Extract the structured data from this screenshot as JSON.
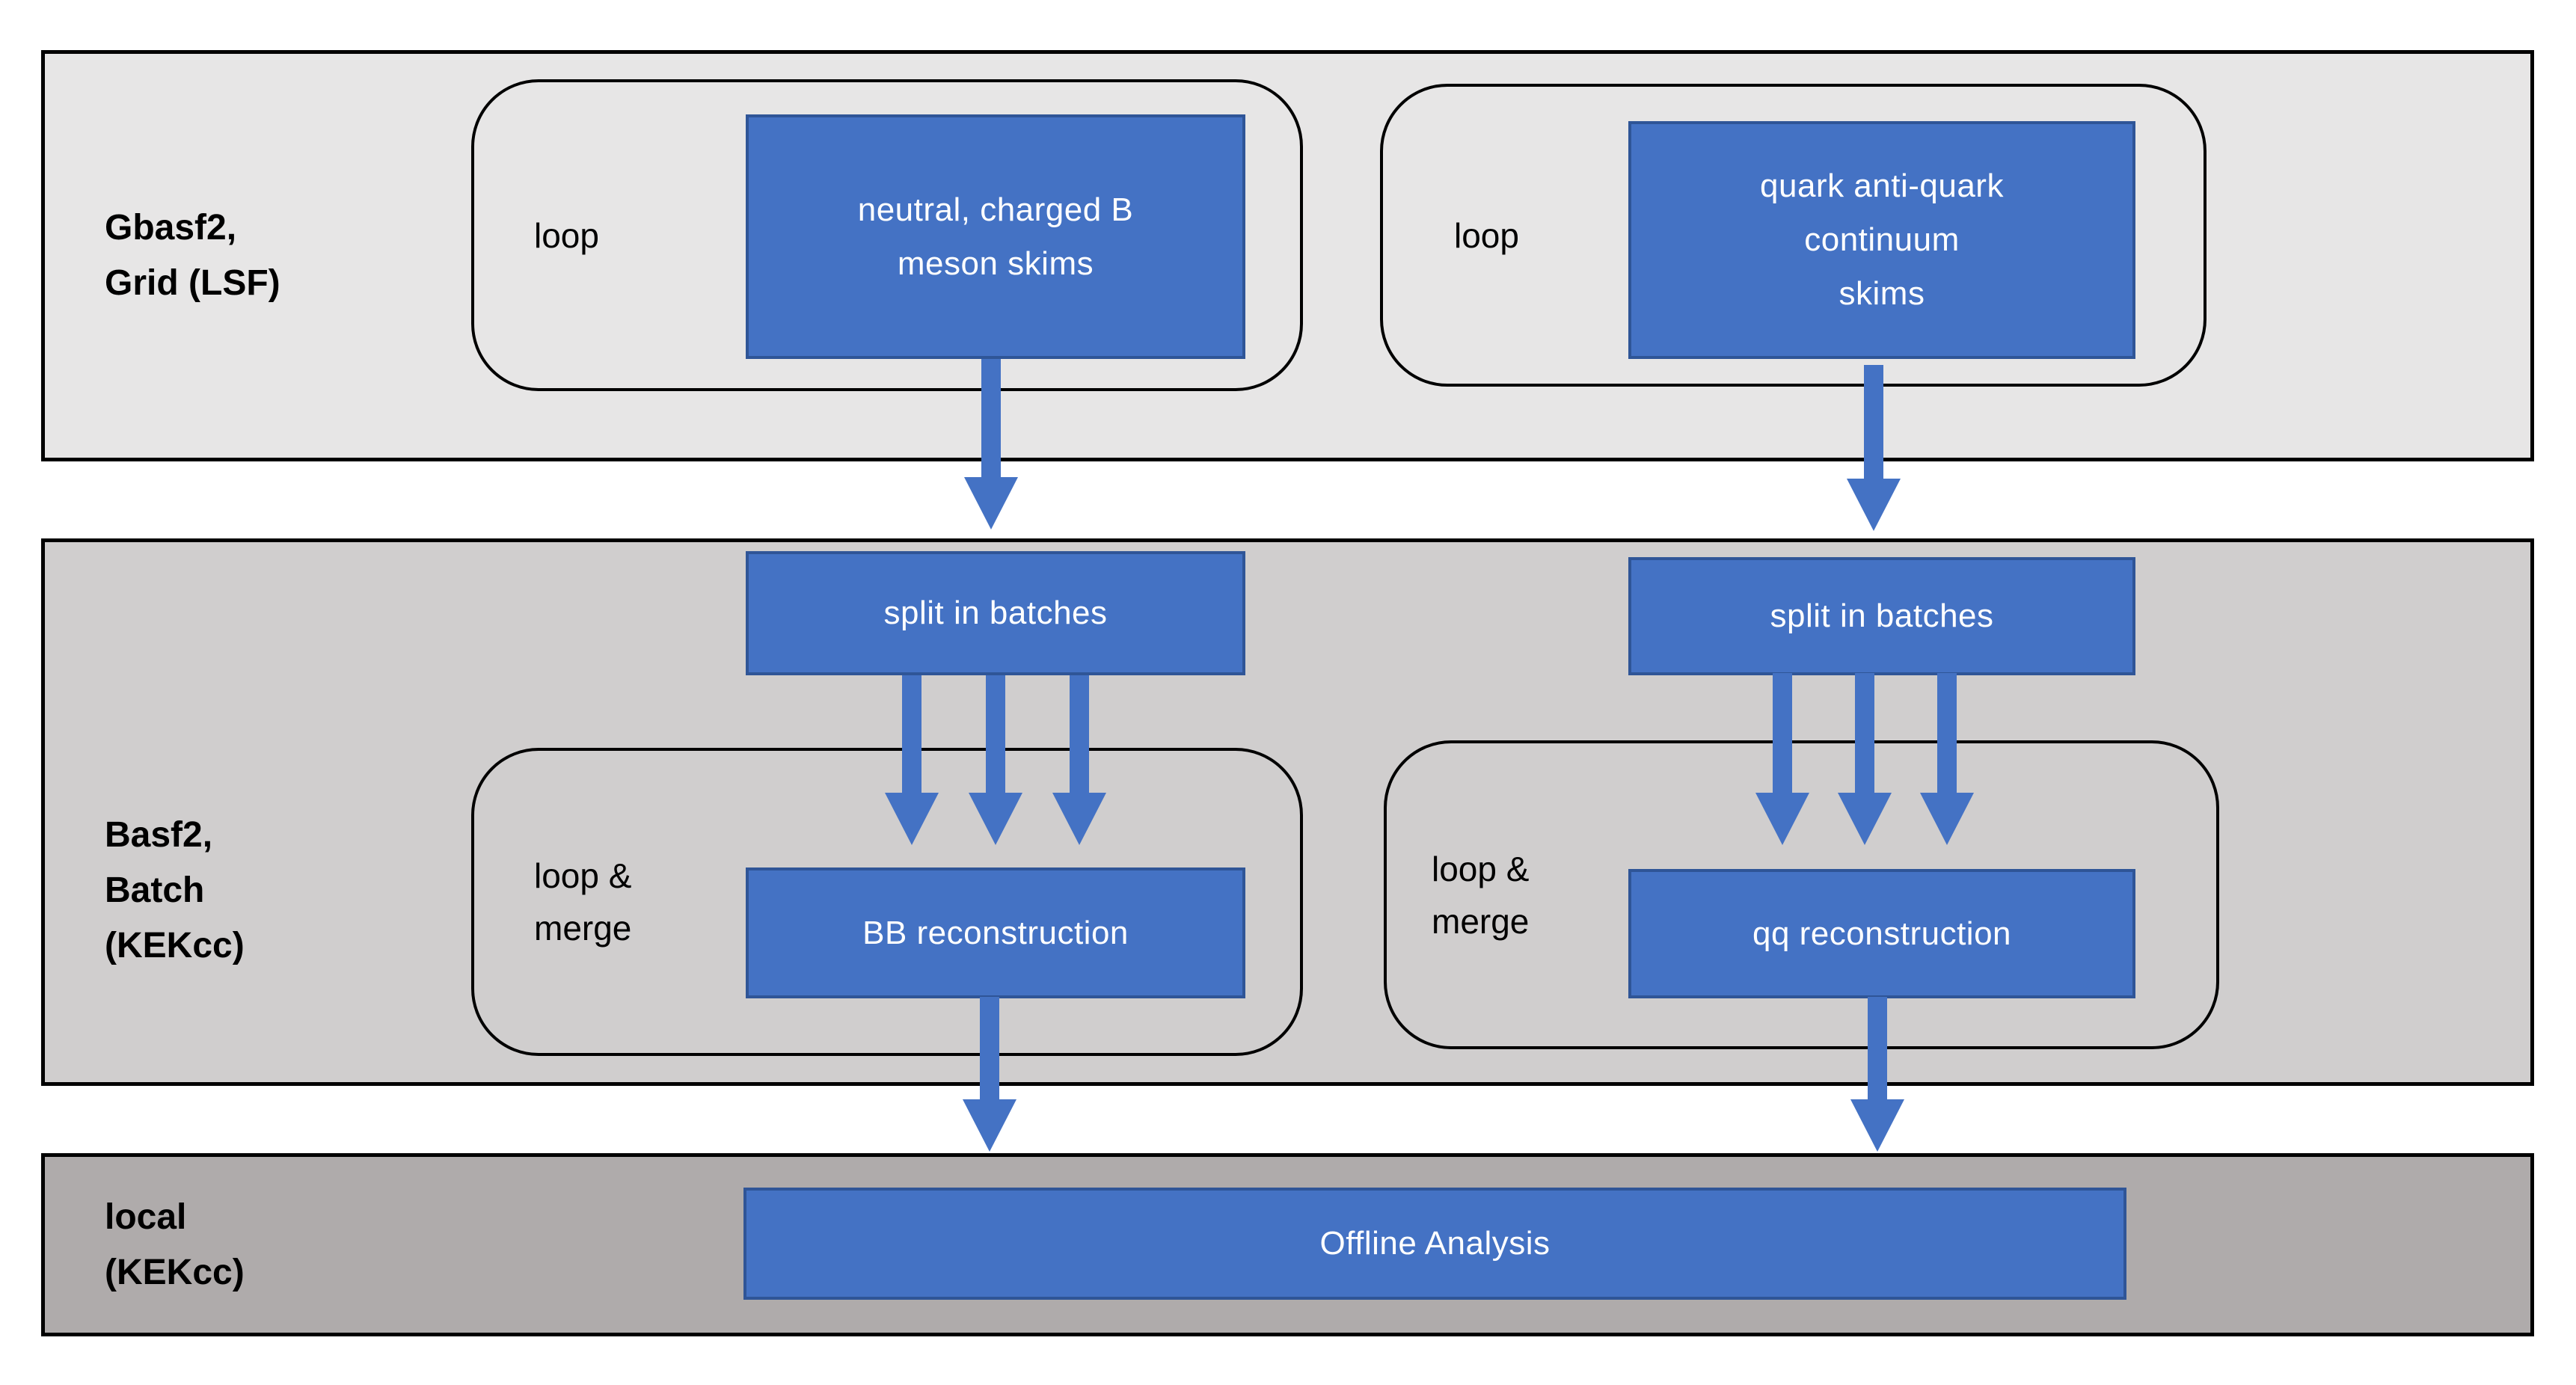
{
  "colors": {
    "band1_bg": "#E7E6E6",
    "band2_bg": "#D0CECE",
    "band3_bg": "#AFABAB",
    "band_border": "#000000",
    "group_border": "#000000",
    "box_fill": "#4472C4",
    "box_border": "#2F5597",
    "box_text": "#FFFFFF",
    "arrow": "#4472C4",
    "label_text": "#000000",
    "page_bg": "#FFFFFF"
  },
  "bands": [
    {
      "id": "grid",
      "label_lines": [
        "Gbasf2,",
        "Grid (LSF)"
      ]
    },
    {
      "id": "batch",
      "label_lines": [
        "Basf2,",
        "Batch",
        "(KEKcc)"
      ]
    },
    {
      "id": "local",
      "label_lines": [
        "local",
        "(KEKcc)"
      ]
    }
  ],
  "groups": {
    "skim_left": {
      "label": "loop",
      "box_lines": [
        "neutral, charged B",
        "meson skims"
      ]
    },
    "skim_right": {
      "label": "loop",
      "box_lines": [
        "quark anti-quark",
        "continuum",
        "skims"
      ]
    },
    "recon_left": {
      "label_lines": [
        "loop &",
        "merge"
      ],
      "box_label": "BB reconstruction"
    },
    "recon_right": {
      "label_lines": [
        "loop &",
        "merge"
      ],
      "box_label": "qq reconstruction"
    }
  },
  "boxes": {
    "split_left": "split in batches",
    "split_right": "split in batches",
    "offline": "Offline Analysis"
  }
}
